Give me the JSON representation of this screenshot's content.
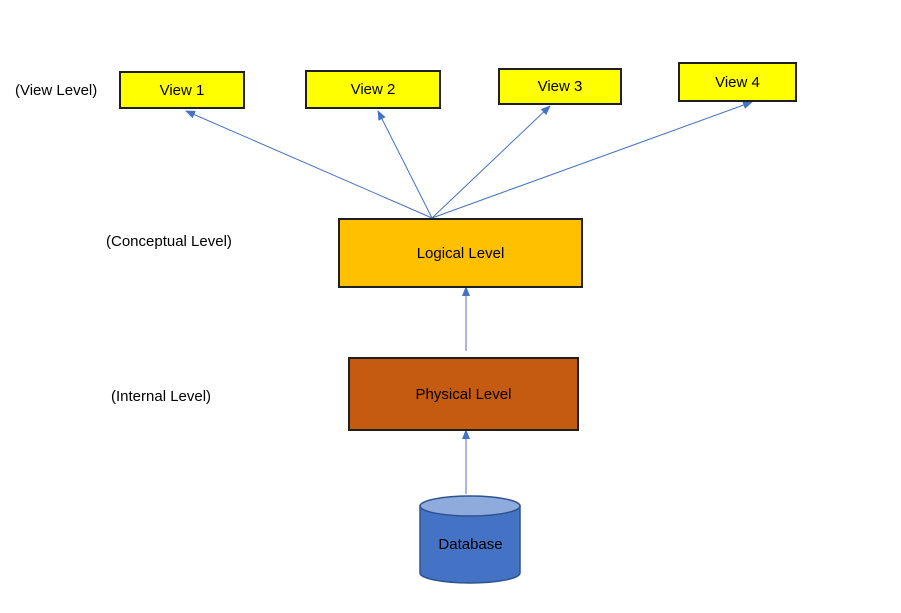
{
  "levels": {
    "view": "(View Level)",
    "conceptual": "(Conceptual Level)",
    "internal": "(Internal Level)"
  },
  "views": [
    "View 1",
    "View 2",
    "View 3",
    "View 4"
  ],
  "logical": "Logical Level",
  "physical": "Physical Level",
  "database": "Database",
  "colors": {
    "view_fill": "#ffff00",
    "logical_fill": "#ffc000",
    "physical_fill": "#c55a11",
    "database_fill": "#4472c4",
    "database_top": "#8faadc",
    "arrow": "#4472c4"
  }
}
